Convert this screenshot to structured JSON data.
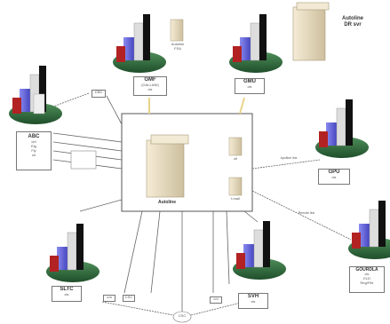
{
  "nodes": {
    "top_left_box": {
      "line1": "ABC",
      "line2": "ctrl",
      "line3": "Elg",
      "line4": "Fly",
      "line5": "ctr"
    },
    "small_top_label": "CSC",
    "gmf_box": {
      "line1": "GMF",
      "line2": "(GALLANI)",
      "line3": "cls"
    },
    "server_small_top": {
      "line1": "Autolink",
      "line2": "FSA"
    },
    "gmu_box": {
      "line1": "GMU",
      "line2": "cls"
    },
    "dr_server_title": "Autoline\nDR svr",
    "right_top_box": {
      "line1": "GPU",
      "line2": "cls"
    },
    "right_bottom_box": {
      "line1": "GOURDLA",
      "line2": "cls",
      "line3": "ELD",
      "line4": "Reg/File"
    },
    "bottom_left_box": {
      "line1": "SLTC",
      "line2": "cls"
    },
    "bottom_mid_box": {
      "line1": "SVH",
      "line2": "cls"
    },
    "bottom_center_circle": "CSC",
    "small_bottom_a": "c/a",
    "small_bottom_b": "CSC",
    "small_bottom_c": "c/o",
    "center_server": "Autoline",
    "center_sub_1": "ctl",
    "center_sub_2": "f-mail",
    "link_label_1": "Apolline link",
    "link_label_2": "Remote link"
  },
  "colors": {
    "building_red": "#b22222",
    "building_blue": "#5b5bd6",
    "building_black": "#111111",
    "ground_green": "#2e6b3a",
    "server_tan": "#e8dcc0",
    "link_yellow": "#f2e2a0",
    "line_dark": "#555555"
  },
  "icons": [
    "building-cluster-icon",
    "server-tower-icon"
  ]
}
